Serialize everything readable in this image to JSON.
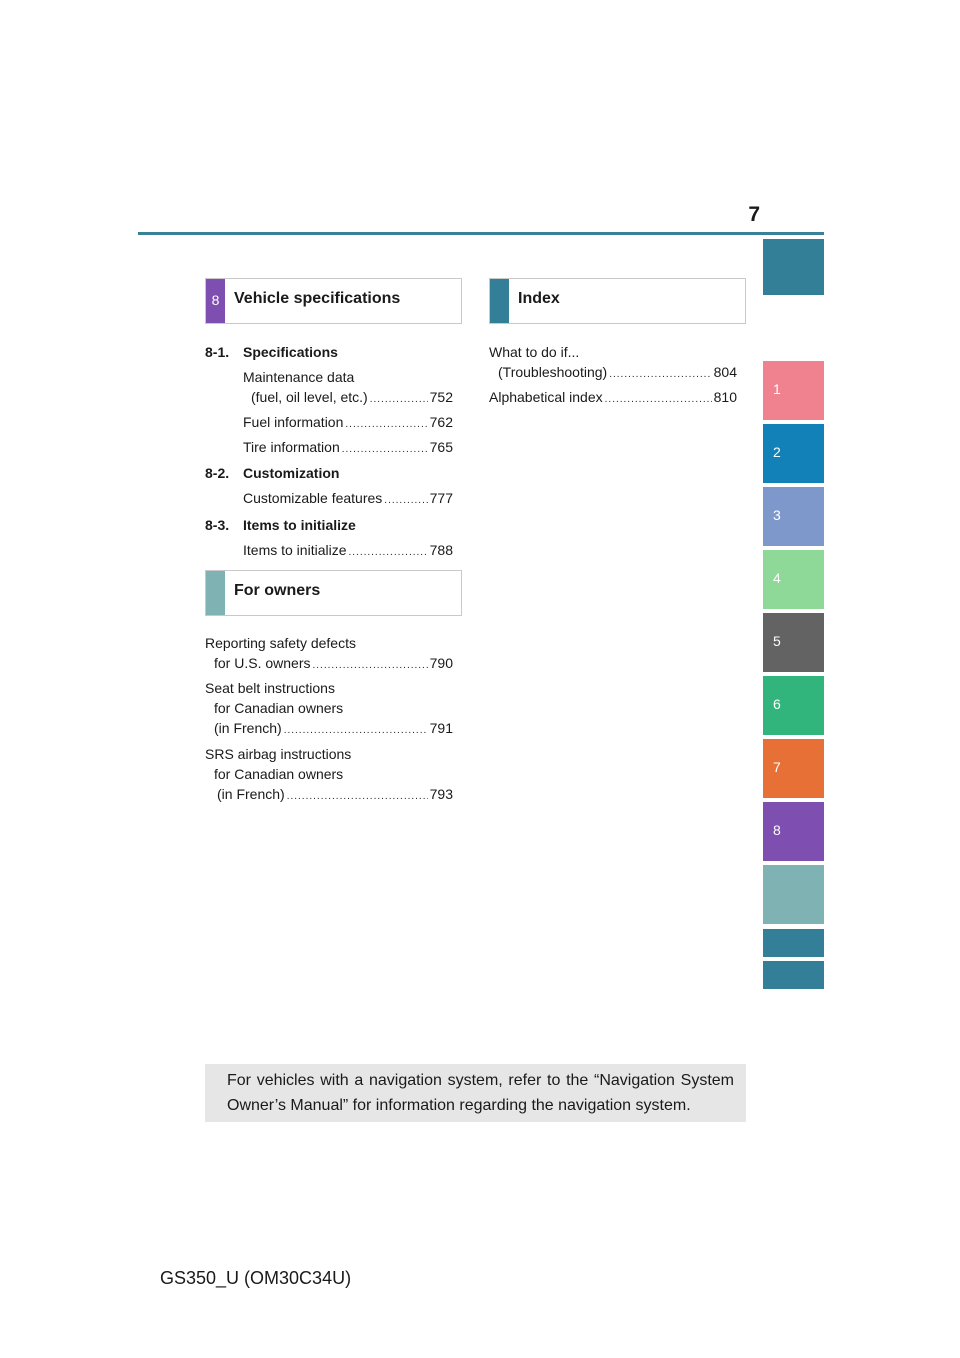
{
  "page": {
    "number": "7",
    "footer": "GS350_U (OM30C34U)"
  },
  "tabs": [
    {
      "label": "",
      "color": "#337f98"
    },
    {
      "label": "1",
      "color": "#f08290"
    },
    {
      "label": "2",
      "color": "#1281b7"
    },
    {
      "label": "3",
      "color": "#7f98cc"
    },
    {
      "label": "4",
      "color": "#8ed998"
    },
    {
      "label": "5",
      "color": "#636363"
    },
    {
      "label": "6",
      "color": "#32b47d"
    },
    {
      "label": "7",
      "color": "#e67036"
    },
    {
      "label": "8",
      "color": "#7e4fb1"
    },
    {
      "label": "",
      "color": "#7fb2b2"
    },
    {
      "label": "",
      "color": "#337f98"
    },
    {
      "label": "",
      "color": "#337f98"
    }
  ],
  "vehicle_specs": {
    "num": "8",
    "title": "Vehicle specifications",
    "color": "#7e4fb1",
    "sections": [
      {
        "num": "8-1.",
        "title": "Specifications"
      },
      {
        "num": "8-2.",
        "title": "Customization"
      },
      {
        "num": "8-3.",
        "title": "Items to initialize"
      }
    ],
    "items": {
      "maintenance_line1": "Maintenance data",
      "maintenance_line2": "(fuel, oil level, etc.)",
      "maintenance_page": "752",
      "fuel": "Fuel information",
      "fuel_page": "762",
      "tire": "Tire information",
      "tire_page": "765",
      "customizable": "Customizable features",
      "customizable_page": "777",
      "items_init": "Items to initialize",
      "items_init_page": "788"
    }
  },
  "for_owners": {
    "title": "For owners",
    "color": "#7fb2b2",
    "reporting_line1": "Reporting safety defects",
    "reporting_line2": "for U.S. owners",
    "reporting_page": "790",
    "seatbelt_line1": "Seat belt instructions",
    "seatbelt_line2": "for Canadian owners",
    "seatbelt_line3": "(in French)",
    "seatbelt_page": "791",
    "srs_line1": "SRS airbag instructions",
    "srs_line2": "for Canadian owners",
    "srs_line3": "(in French)",
    "srs_page": "793"
  },
  "index": {
    "title": "Index",
    "color": "#337f98",
    "whattodo_line1": "What to do if...",
    "whattodo_line2": "(Troubleshooting)",
    "whattodo_page": "804",
    "alpha": "Alphabetical index",
    "alpha_page": "810"
  },
  "note": "For vehicles with a navigation system, refer to the “Navigation System Owner’s Manual” for information regarding the navigation system."
}
